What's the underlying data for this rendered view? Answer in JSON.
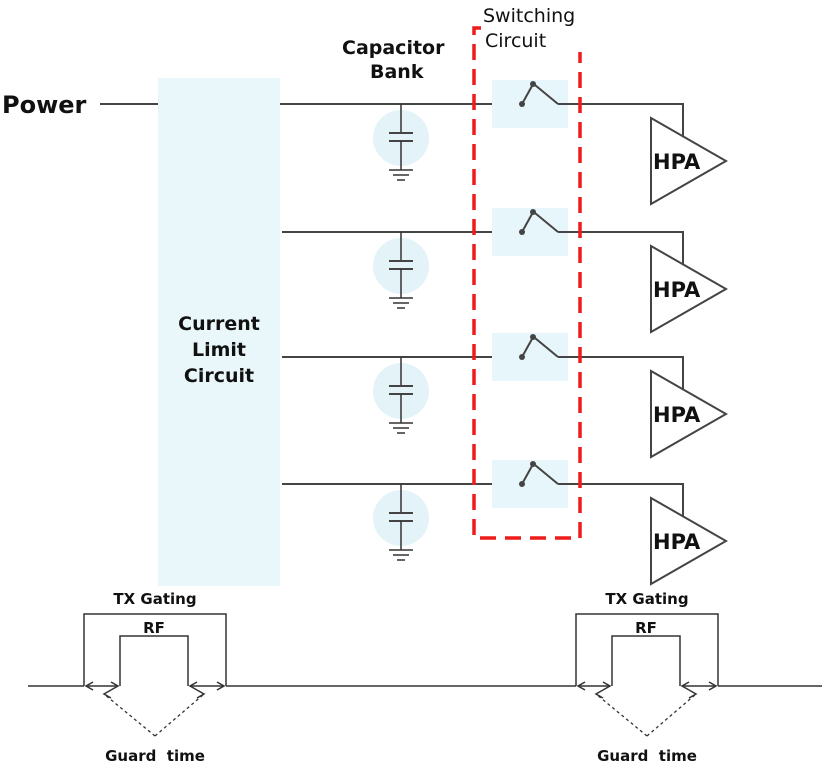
{
  "labels": {
    "power": "Power",
    "capacitor_bank_line1": "Capacitor",
    "capacitor_bank_line2": "Bank",
    "switching_line1": "Switching",
    "switching_line2": "Circuit",
    "current_limit_line1": "Current",
    "current_limit_line2": "Limit",
    "current_limit_line3": "Circuit"
  },
  "amplifiers": [
    "HPA",
    "HPA",
    "HPA",
    "HPA"
  ],
  "timing": [
    {
      "gate": "TX Gating",
      "rf": "RF",
      "guard": "Guard  time"
    },
    {
      "gate": "TX Gating",
      "rf": "RF",
      "guard": "Guard  time"
    }
  ],
  "colors": {
    "block_fill": "#eaf7fa",
    "switch_fill": "#e6f6fa",
    "cap_fill": "#e3f3f7",
    "highlight_dash": "#ee1c1c",
    "wire": "#444444"
  }
}
